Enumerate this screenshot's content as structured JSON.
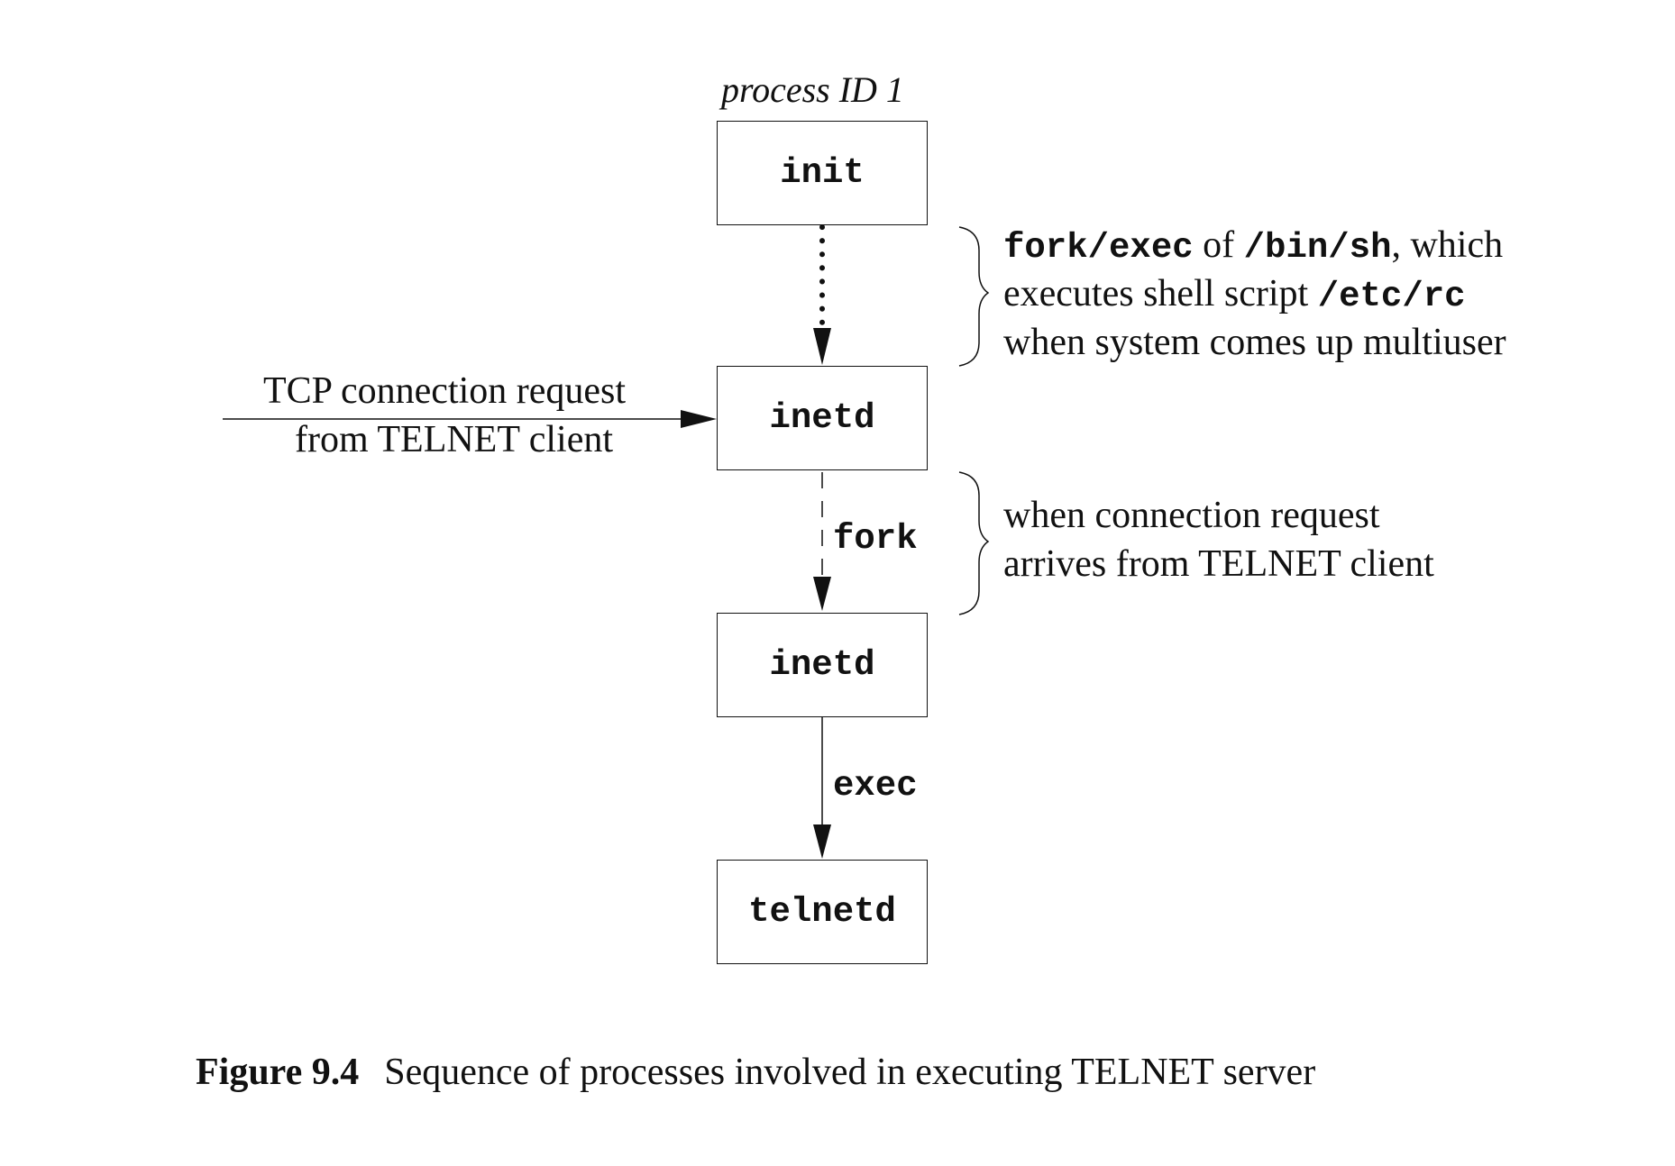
{
  "diagram": {
    "title_label": "process ID 1",
    "nodes": {
      "init": "init",
      "inetd_parent": "inetd",
      "inetd_child": "inetd",
      "telnetd": "telnetd"
    },
    "edges": {
      "fork_label": "fork",
      "exec_label": "exec"
    },
    "incoming": {
      "line1": "TCP connection request",
      "line2": "from TELNET client"
    },
    "notes": {
      "first": {
        "l1_code1": "fork/exec",
        "l1_t1": " of ",
        "l1_code2": "/bin/sh",
        "l1_t2": ", which",
        "l2_t1": "executes shell script ",
        "l2_code": "/etc/rc",
        "l3": "when system comes up multiuser"
      },
      "second": {
        "l1": "when connection request",
        "l2": "arrives from TELNET client"
      }
    }
  },
  "caption": {
    "label": "Figure 9.4",
    "text": "Sequence of processes involved in executing TELNET server"
  }
}
